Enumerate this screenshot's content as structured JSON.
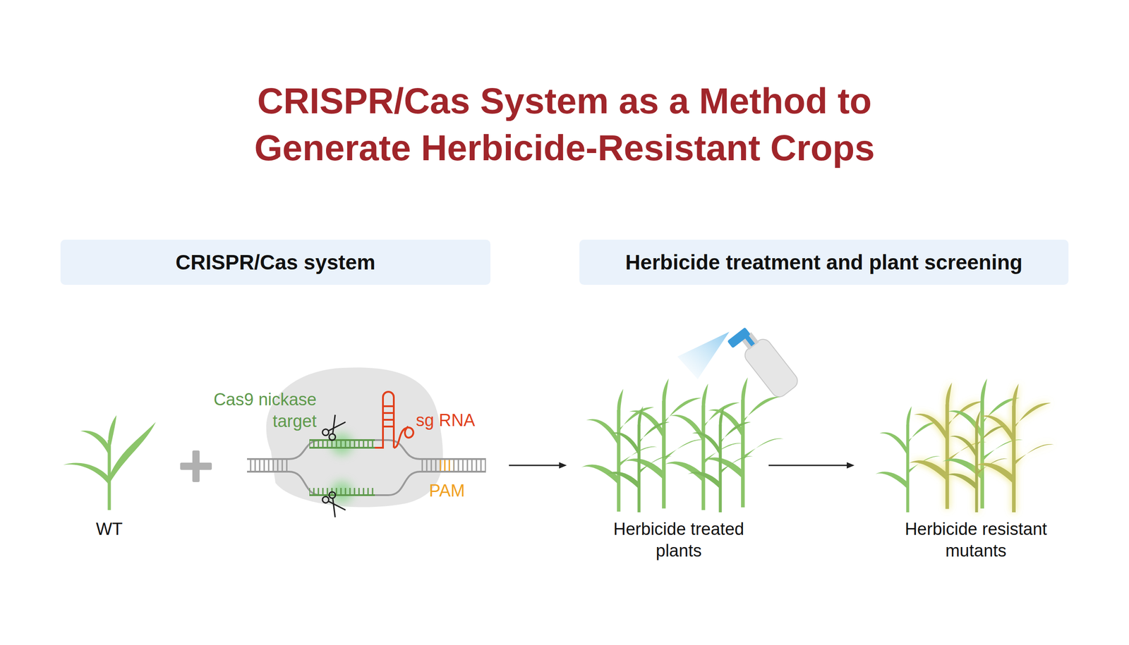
{
  "diagram": {
    "title": "CRISPR/Cas System as a Method to Generate Herbicide-Resistant Crops",
    "nodes": [
      {
        "text": [
          "CRISPR/Cas system"
        ]
      },
      {
        "text": [
          "Herbicide treatment and plant screening"
        ]
      }
    ],
    "labels": [
      "WT",
      "Cas9 nickase target",
      "sg RNA",
      "PAM",
      "Herbicide treated plants",
      "Herbicide resistant mutants"
    ]
  }
}
